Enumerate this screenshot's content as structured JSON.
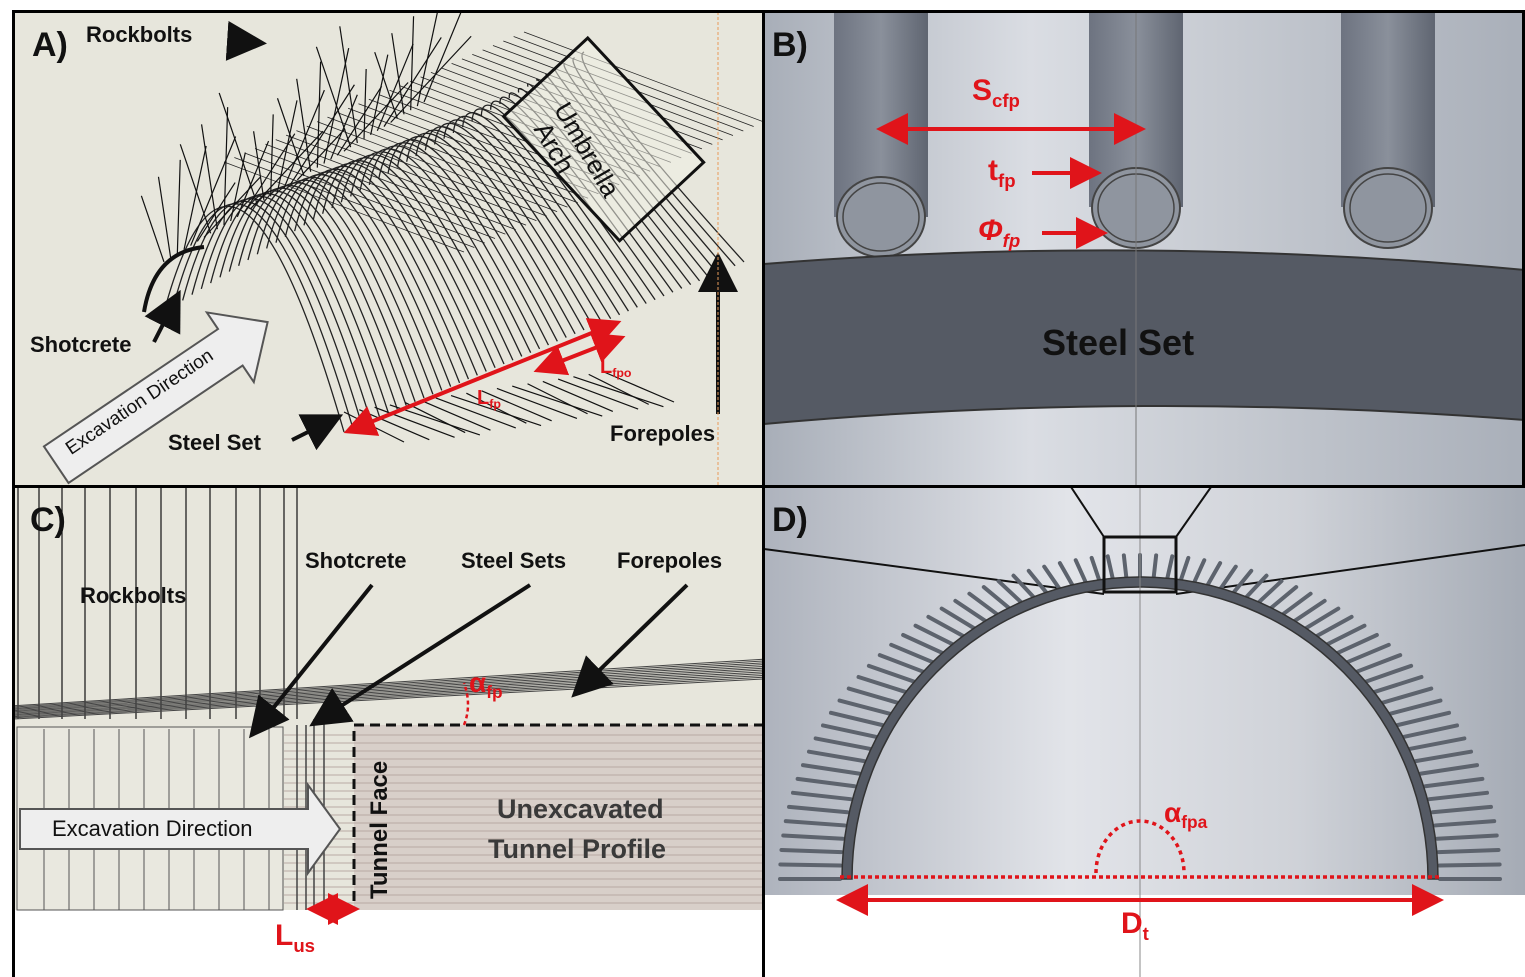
{
  "panels": {
    "a": {
      "label": "A)",
      "rockbolts": "Rockbolts",
      "umbrella_arch_line1": "Umbrella",
      "umbrella_arch_line2": "Arch",
      "shotcrete": "Shotcrete",
      "excavation_direction": "Excavation Direction",
      "steel_set": "Steel Set",
      "forepoles": "Forepoles",
      "l_fp_main": "L",
      "l_fp_sub": "fp",
      "l_fpo_main": "L",
      "l_fpo_sub": "fpo"
    },
    "b": {
      "label": "B)",
      "s_cfp_main": "S",
      "s_cfp_sub": "cfp",
      "t_fp_main": "t",
      "t_fp_sub": "fp",
      "phi_fp_main": "Φ",
      "phi_fp_sub": "fp",
      "steel_set": "Steel Set"
    },
    "c": {
      "label": "C)",
      "rockbolts": "Rockbolts",
      "shotcrete": "Shotcrete",
      "steel_sets": "Steel Sets",
      "forepoles": "Forepoles",
      "alpha_fp_main": "α",
      "alpha_fp_sub": "fp",
      "tunnel_face": "Tunnel Face",
      "unexcavated_line1": "Unexcavated",
      "unexcavated_line2": "Tunnel Profile",
      "excavation_direction": "Excavation Direction",
      "l_us_main": "L",
      "l_us_sub": "us"
    },
    "d": {
      "label": "D)",
      "alpha_fpa_main": "α",
      "alpha_fpa_sub": "fpa",
      "d_t_main": "D",
      "d_t_sub": "t"
    }
  },
  "colors": {
    "annotation_red": "#e0141a",
    "panel_a_bg": "#e7e6dc",
    "panel_b_bg": "#b7bcc5",
    "steel_grey": "#555a64",
    "line_black": "#111111"
  }
}
